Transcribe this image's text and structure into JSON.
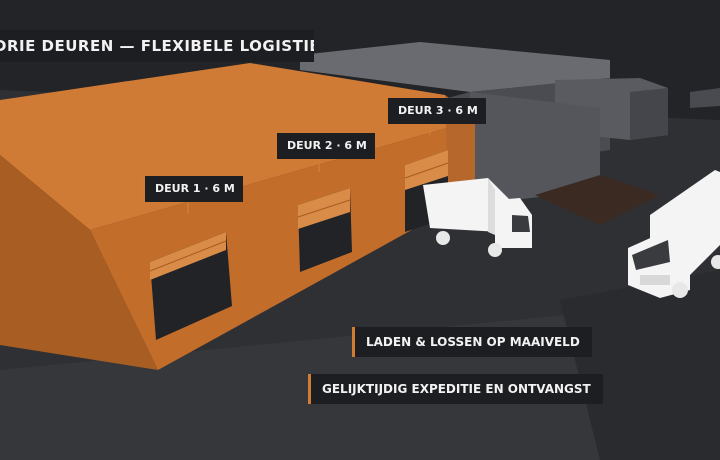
{
  "title": "DRIE DEUREN — FLEXIBELE LOGISTIEK",
  "doors": [
    {
      "label": "DEUR 1 · 6 M"
    },
    {
      "label": "DEUR 2 · 6 M"
    },
    {
      "label": "DEUR 3 · 6 M"
    }
  ],
  "features": [
    {
      "label": "LADEN & LOSSEN OP MAAIVELD"
    },
    {
      "label": "GELIJKTIJDIG EXPEDITIE EN ONTVANGST"
    }
  ],
  "colors": {
    "accent": "#d27c33",
    "building_front": "#c36d2b",
    "building_roof": "#cf7a35",
    "label_bg": "#1d1e21",
    "ground": "#2f3034",
    "truck": "#f4f4f4"
  }
}
